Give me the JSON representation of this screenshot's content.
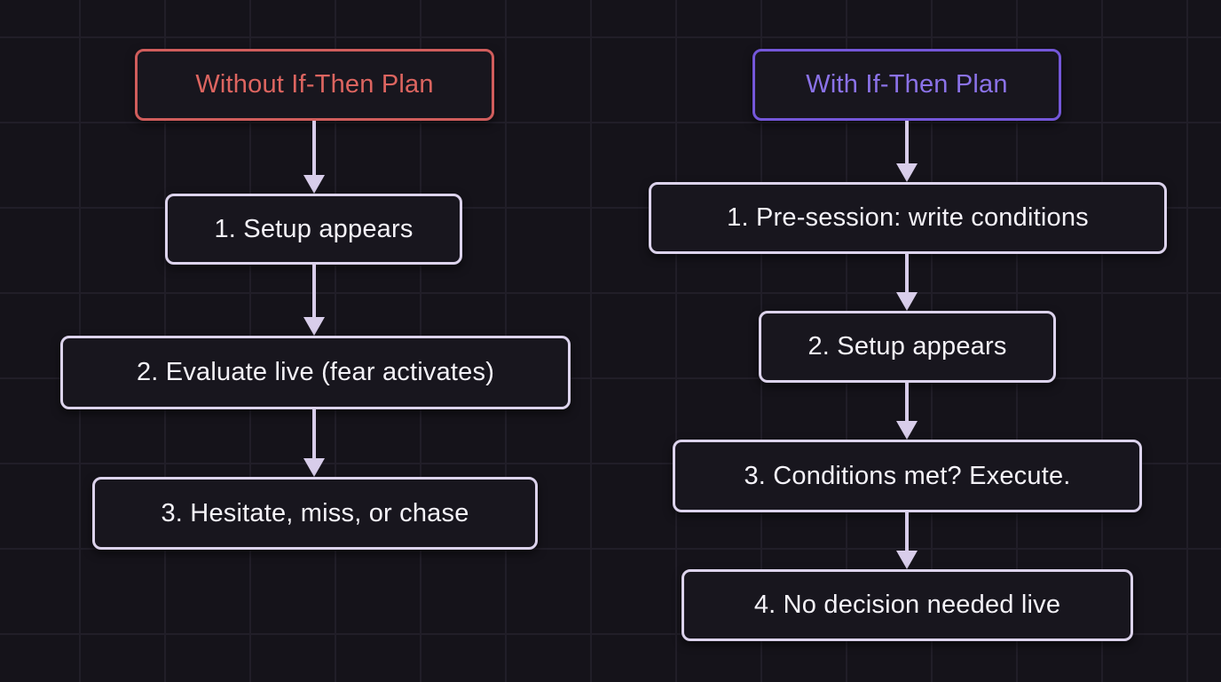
{
  "diagram": {
    "type": "flowchart-comparison",
    "left": {
      "title": "Without If-Then Plan",
      "steps": [
        "1. Setup appears",
        "2. Evaluate live (fear activates)",
        "3. Hesitate, miss, or chase"
      ]
    },
    "right": {
      "title": "With If-Then Plan",
      "steps": [
        "1. Pre-session: write conditions",
        "2. Setup appears",
        "3. Conditions met? Execute.",
        "4. No decision needed live"
      ]
    },
    "icons": {
      "connector": "arrow-down-icon"
    },
    "colors": {
      "background": "#15131a",
      "grid_line": "#211e28",
      "box_fill": "#18161e",
      "box_border": "#dcd3ec",
      "box_text": "#f4f2f8",
      "left_accent_border": "#d05d5c",
      "left_accent_text": "#dd6560",
      "right_accent_border": "#7457d9",
      "right_accent_text": "#8b72e8",
      "arrow": "#d8cdea"
    }
  }
}
